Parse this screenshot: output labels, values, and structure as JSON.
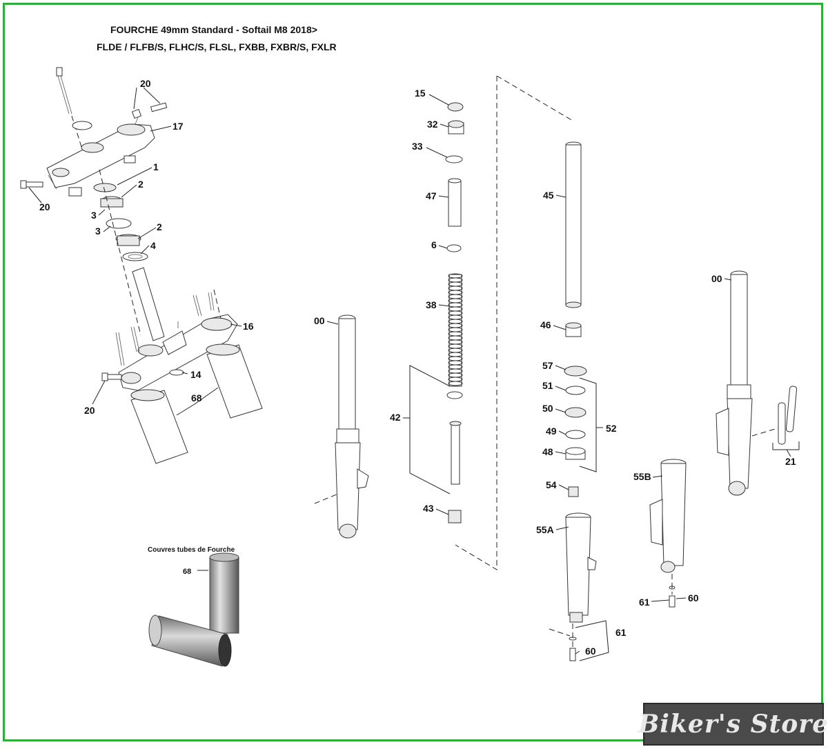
{
  "title": {
    "line1": "FOURCHE 49mm Standard - Softail M8 2018>",
    "line2": "FLDE / FLFB/S, FLHC/S, FLSL, FXBB, FXBR/S, FXLR"
  },
  "callouts": {
    "n20_top": "20",
    "n17": "17",
    "n1": "1",
    "n2a": "2",
    "n20_left": "20",
    "n3a": "3",
    "n3b": "3",
    "n2b": "2",
    "n4": "4",
    "n16": "16",
    "n14": "14",
    "n20_low": "20",
    "n68": "68",
    "n00_left": "00",
    "n15": "15",
    "n32": "32",
    "n33": "33",
    "n47": "47",
    "n6": "6",
    "n38": "38",
    "n42": "42",
    "n43": "43",
    "n45": "45",
    "n46": "46",
    "n57": "57",
    "n51": "51",
    "n50": "50",
    "n49": "49",
    "n48": "48",
    "n52": "52",
    "n54": "54",
    "n55A": "55A",
    "n61a": "61",
    "n60a": "60",
    "n55B": "55B",
    "n61b": "61",
    "n60b": "60",
    "n00_right": "00",
    "n21": "21",
    "n68_photo": "68"
  },
  "covers_caption": "Couvres tubes de Fourche",
  "logo_text": "Biker's Store",
  "colors": {
    "frame": "#2fae3a",
    "logo_bg": "#4a4a4a",
    "logo_text": "#e8e8e8"
  }
}
